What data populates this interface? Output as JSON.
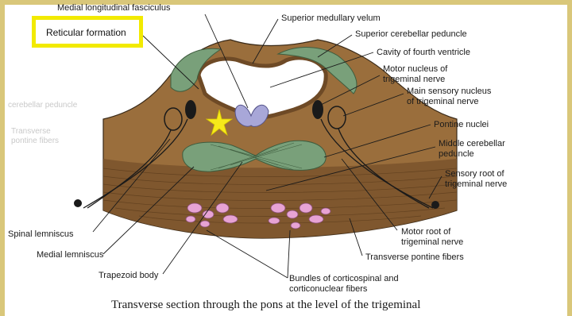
{
  "highlight": {
    "label": "Reticular formation",
    "box_color": "#f2ea00",
    "marker": "star-icon",
    "marker_color": "#f7ea1a"
  },
  "caption": "Transverse section through the pons at the level of the trigeminal",
  "labels": {
    "medial_longitudinal_fasciculus": "Medial longitudinal fasciculus",
    "superior_medullary_velum": "Superior medullary velum",
    "superior_cerebellar_peduncle": "Superior cerebellar peduncle",
    "cavity_fourth_ventricle": "Cavity of fourth ventricle",
    "motor_nucleus_line1": "Motor nucleus of",
    "motor_nucleus_line2": "trigeminal nerve",
    "main_sensory_line1": "Main sensory nucleus",
    "main_sensory_line2": "of trigeminal nerve",
    "pontine_nuclei": "Pontine nuclei",
    "middle_cerebellar_line1": "Middle cerebellar",
    "middle_cerebellar_line2": "peduncle",
    "sensory_root_line1": "Sensory root of",
    "sensory_root_line2": "trigeminal nerve",
    "spinal_lemniscus": "Spinal lemniscus",
    "medial_lemniscus": "Medial lemniscus",
    "trapezoid_body": "Trapezoid body",
    "motor_root_line1": "Motor root of",
    "motor_root_line2": "trigeminal nerve",
    "transverse_pontine_fibers": "Transverse pontine fibers",
    "bundles_line1": "Bundles of corticospinal and",
    "bundles_line2": "corticonuclear fibers"
  },
  "ghost_labels": {
    "cerebellar_peduncle": "cerebellar peduncle",
    "transverse": "Transverse",
    "pontine_fibers": "pontine fibers"
  },
  "colors": {
    "pons_tissue": "#9a6e3c",
    "ventricle_wall": "#8a5e30",
    "green_nuclei": "#79a07a",
    "mlf": "#a8a7d8",
    "pink_bundles": "#e7a3d4"
  }
}
